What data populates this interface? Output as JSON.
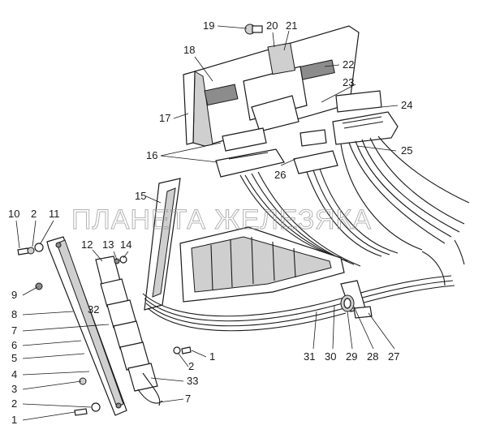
{
  "watermark": "ПЛАНЕТА ЖЕЛЕЗЯКА",
  "callouts": {
    "c1a": "1",
    "c1b": "1",
    "c2a": "2",
    "c2b": "2",
    "c2c": "2",
    "c3": "3",
    "c4": "4",
    "c5": "5",
    "c6": "6",
    "c7a": "7",
    "c7b": "7",
    "c8": "8",
    "c9": "9",
    "c10": "10",
    "c11": "11",
    "c12": "12",
    "c13": "13",
    "c14": "14",
    "c15": "15",
    "c16": "16",
    "c17": "17",
    "c18": "18",
    "c19": "19",
    "c20": "20",
    "c21": "21",
    "c22": "22",
    "c23": "23",
    "c24": "24",
    "c25": "25",
    "c26": "26",
    "c27": "27",
    "c28": "28",
    "c29": "29",
    "c30": "30",
    "c31": "31",
    "c32": "32",
    "c33": "33"
  }
}
